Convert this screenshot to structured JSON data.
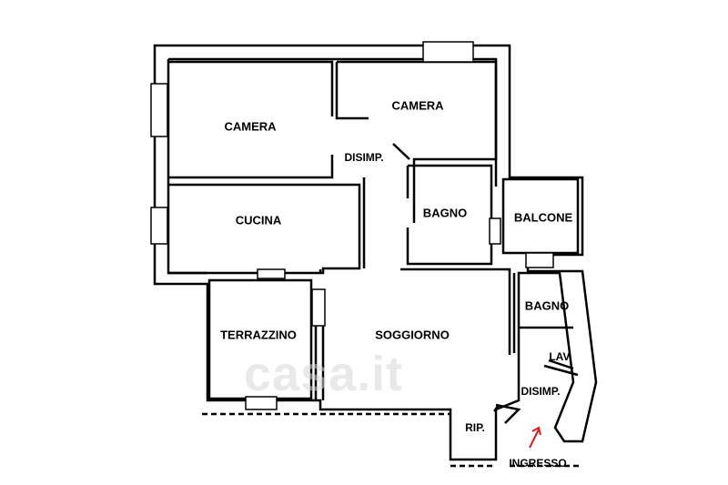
{
  "rooms": {
    "camera_1": "CAMERA",
    "camera_2": "CAMERA",
    "disimp_top": "DISIMP.",
    "cucina": "CUCINA",
    "bagno_1": "BAGNO",
    "balcone": "BALCONE",
    "bagno_2": "BAGNO",
    "terrazzino": "TERRAZZINO",
    "soggiorno": "SOGGIORNO",
    "lav": "LAV.",
    "disimp_bottom": "DISIMP.",
    "rip": "RIP.",
    "ingresso": "INGRESSO"
  },
  "watermark": "casa.it",
  "colors": {
    "wall": "#000000",
    "arrow": "#d42020",
    "watermark": "#d8d8d8"
  }
}
